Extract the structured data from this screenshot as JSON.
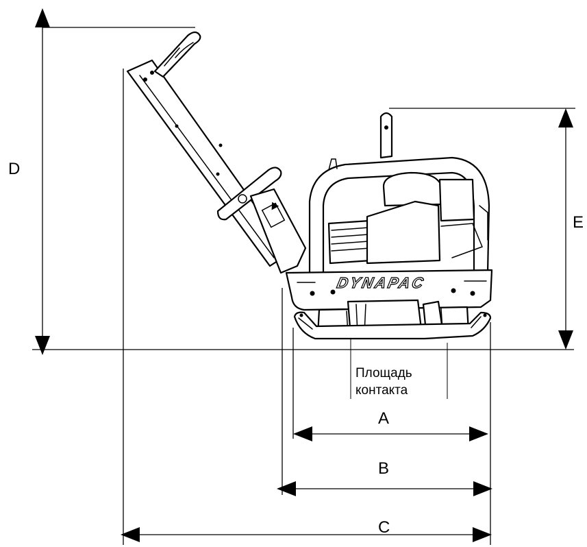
{
  "labels": {
    "a": "A",
    "b": "B",
    "c": "C",
    "d": "D",
    "e": "E"
  },
  "contact_area": {
    "line1": "Площадь",
    "line2": "контакта"
  },
  "brand": "DYNAPAC"
}
